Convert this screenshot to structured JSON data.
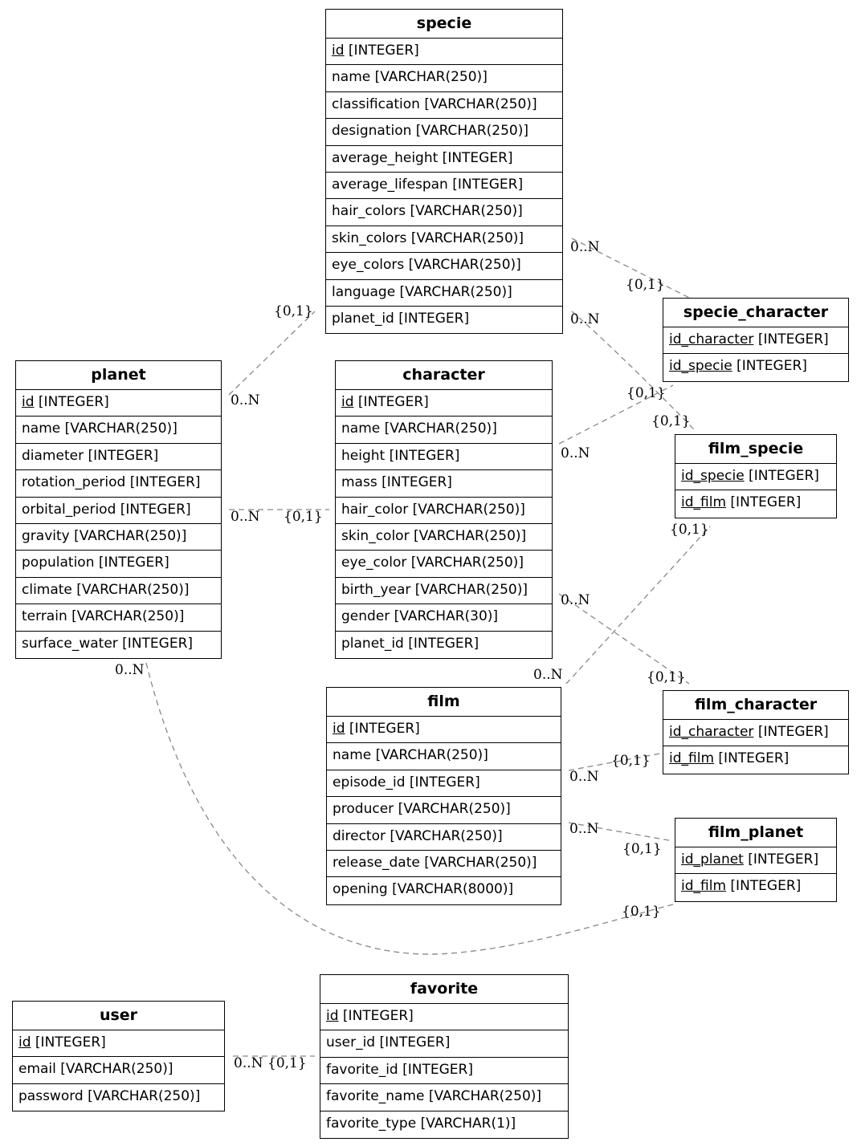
{
  "tables": {
    "specie": {
      "title": "specie",
      "rows": [
        {
          "pk": "id",
          "rest": " [INTEGER]"
        },
        {
          "pk": "",
          "rest": "name [VARCHAR(250)]"
        },
        {
          "pk": "",
          "rest": "classification [VARCHAR(250)]"
        },
        {
          "pk": "",
          "rest": "designation [VARCHAR(250)]"
        },
        {
          "pk": "",
          "rest": "average_height [INTEGER]"
        },
        {
          "pk": "",
          "rest": "average_lifespan [INTEGER]"
        },
        {
          "pk": "",
          "rest": "hair_colors [VARCHAR(250)]"
        },
        {
          "pk": "",
          "rest": "skin_colors [VARCHAR(250)]"
        },
        {
          "pk": "",
          "rest": "eye_colors [VARCHAR(250)]"
        },
        {
          "pk": "",
          "rest": "language [VARCHAR(250)]"
        },
        {
          "pk": "",
          "rest": "planet_id [INTEGER]"
        }
      ]
    },
    "planet": {
      "title": "planet",
      "rows": [
        {
          "pk": "id",
          "rest": " [INTEGER]"
        },
        {
          "pk": "",
          "rest": "name [VARCHAR(250)]"
        },
        {
          "pk": "",
          "rest": "diameter [INTEGER]"
        },
        {
          "pk": "",
          "rest": "rotation_period [INTEGER]"
        },
        {
          "pk": "",
          "rest": "orbital_period [INTEGER]"
        },
        {
          "pk": "",
          "rest": "gravity [VARCHAR(250)]"
        },
        {
          "pk": "",
          "rest": "population [INTEGER]"
        },
        {
          "pk": "",
          "rest": "climate [VARCHAR(250)]"
        },
        {
          "pk": "",
          "rest": "terrain [VARCHAR(250)]"
        },
        {
          "pk": "",
          "rest": "surface_water [INTEGER]"
        }
      ]
    },
    "character": {
      "title": "character",
      "rows": [
        {
          "pk": "id",
          "rest": " [INTEGER]"
        },
        {
          "pk": "",
          "rest": "name [VARCHAR(250)]"
        },
        {
          "pk": "",
          "rest": "height [INTEGER]"
        },
        {
          "pk": "",
          "rest": "mass [INTEGER]"
        },
        {
          "pk": "",
          "rest": "hair_color [VARCHAR(250)]"
        },
        {
          "pk": "",
          "rest": "skin_color [VARCHAR(250)]"
        },
        {
          "pk": "",
          "rest": "eye_color [VARCHAR(250)]"
        },
        {
          "pk": "",
          "rest": "birth_year [VARCHAR(250)]"
        },
        {
          "pk": "",
          "rest": "gender [VARCHAR(30)]"
        },
        {
          "pk": "",
          "rest": "planet_id [INTEGER]"
        }
      ]
    },
    "specie_character": {
      "title": "specie_character",
      "rows": [
        {
          "pk": "id_character",
          "rest": " [INTEGER]"
        },
        {
          "pk": "id_specie",
          "rest": " [INTEGER]"
        }
      ]
    },
    "film_specie": {
      "title": "film_specie",
      "rows": [
        {
          "pk": "id_specie",
          "rest": " [INTEGER]"
        },
        {
          "pk": "id_film",
          "rest": " [INTEGER]"
        }
      ]
    },
    "film": {
      "title": "film",
      "rows": [
        {
          "pk": "id",
          "rest": " [INTEGER]"
        },
        {
          "pk": "",
          "rest": "name [VARCHAR(250)]"
        },
        {
          "pk": "",
          "rest": "episode_id [INTEGER]"
        },
        {
          "pk": "",
          "rest": "producer [VARCHAR(250)]"
        },
        {
          "pk": "",
          "rest": "director [VARCHAR(250)]"
        },
        {
          "pk": "",
          "rest": "release_date [VARCHAR(250)]"
        },
        {
          "pk": "",
          "rest": "opening [VARCHAR(8000)]"
        }
      ]
    },
    "film_character": {
      "title": "film_character",
      "rows": [
        {
          "pk": "id_character",
          "rest": " [INTEGER]"
        },
        {
          "pk": "id_film",
          "rest": " [INTEGER]"
        }
      ]
    },
    "film_planet": {
      "title": "film_planet",
      "rows": [
        {
          "pk": "id_planet",
          "rest": " [INTEGER]"
        },
        {
          "pk": "id_film",
          "rest": " [INTEGER]"
        }
      ]
    },
    "user": {
      "title": "user",
      "rows": [
        {
          "pk": "id",
          "rest": " [INTEGER]"
        },
        {
          "pk": "",
          "rest": "email [VARCHAR(250)]"
        },
        {
          "pk": "",
          "rest": "password [VARCHAR(250)]"
        }
      ]
    },
    "favorite": {
      "title": "favorite",
      "rows": [
        {
          "pk": "id",
          "rest": " [INTEGER]"
        },
        {
          "pk": "",
          "rest": "user_id [INTEGER]"
        },
        {
          "pk": "",
          "rest": "favorite_id [INTEGER]"
        },
        {
          "pk": "",
          "rest": "favorite_name [VARCHAR(250)]"
        },
        {
          "pk": "",
          "rest": "favorite_type [VARCHAR(1)]"
        }
      ]
    }
  },
  "cardinality": {
    "many": "0..N",
    "one": "{0,1}"
  },
  "colors": {
    "border": "#000000",
    "edge": "#888888"
  }
}
